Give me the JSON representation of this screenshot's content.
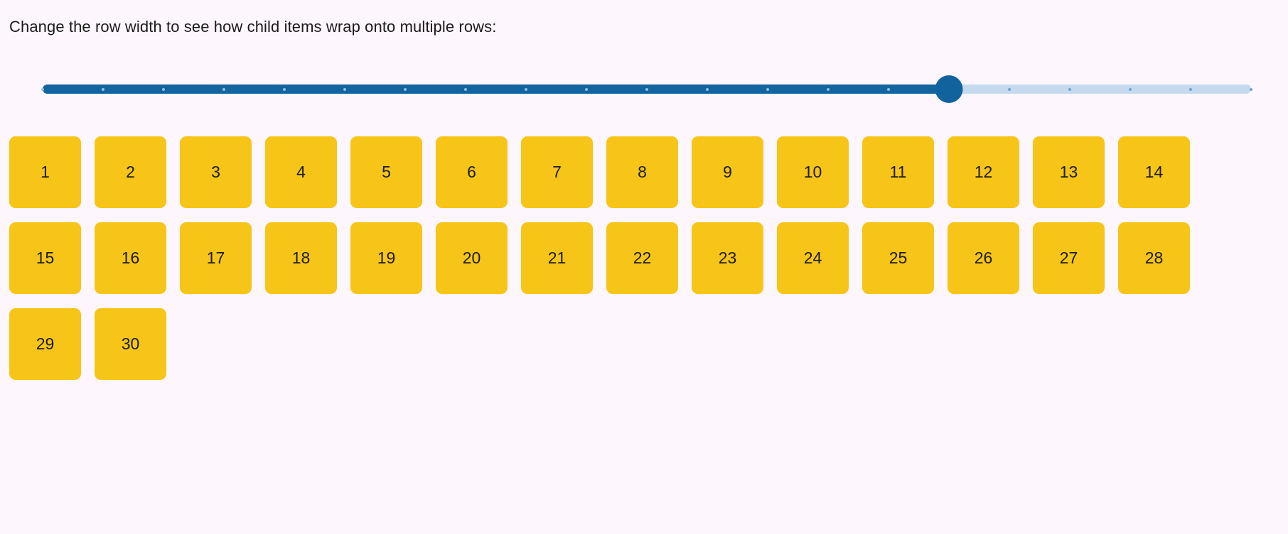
{
  "page": {
    "intro_text": "Change the row width to see how child items wrap onto multiple rows:",
    "background_color": "#fdf6fd",
    "text_color": "#1b1b1b"
  },
  "slider": {
    "name": "row-width-slider",
    "orientation": "horizontal",
    "min": 0,
    "max": 20,
    "step": 1,
    "value": 15,
    "value_percent": 75,
    "tick_count": 21,
    "show_ticks": true,
    "active_track_color": "#12659f",
    "inactive_track_color": "#c5daee",
    "thumb_color": "#11639e",
    "tick_color": "#6ea5d2"
  },
  "items": {
    "total": 30,
    "per_row": 15,
    "box_color": "#f6c518",
    "label_color": "#1b1b1b",
    "labels": [
      "1",
      "2",
      "3",
      "4",
      "5",
      "6",
      "7",
      "8",
      "9",
      "10",
      "11",
      "12",
      "13",
      "14",
      "15",
      "16",
      "17",
      "18",
      "19",
      "20",
      "21",
      "22",
      "23",
      "24",
      "25",
      "26",
      "27",
      "28",
      "29",
      "30"
    ]
  }
}
